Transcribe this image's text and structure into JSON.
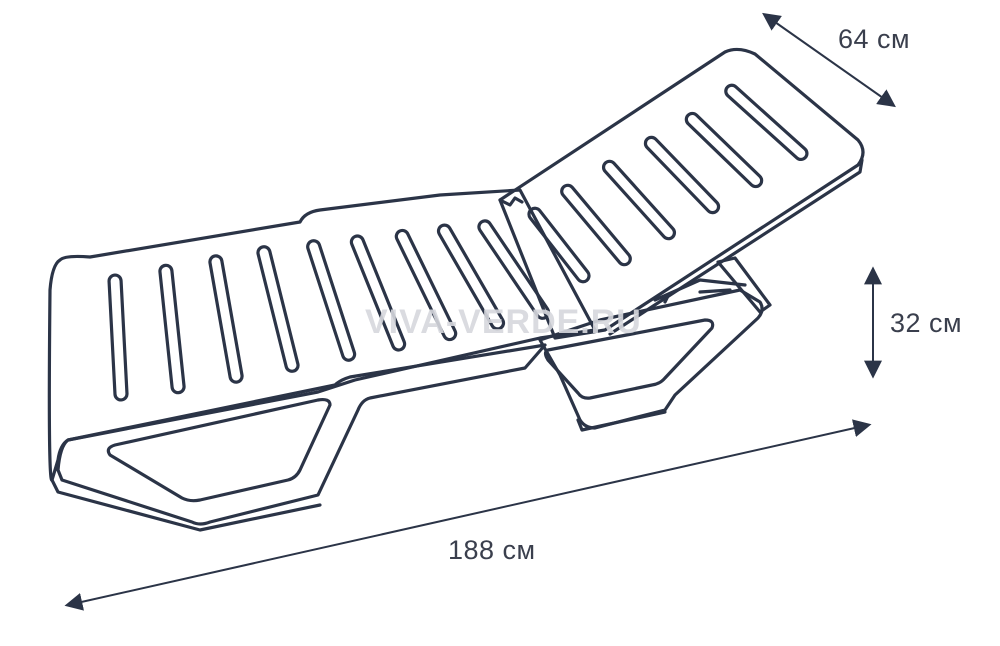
{
  "dimensions": {
    "width": "64 см",
    "height": "32 см",
    "length": "188 см"
  },
  "watermark": "VIVA-VERDE.RU",
  "colors": {
    "line": "#2b3447",
    "label": "#3a3f4d",
    "watermark": "#d6d8dd",
    "background": "#ffffff"
  }
}
